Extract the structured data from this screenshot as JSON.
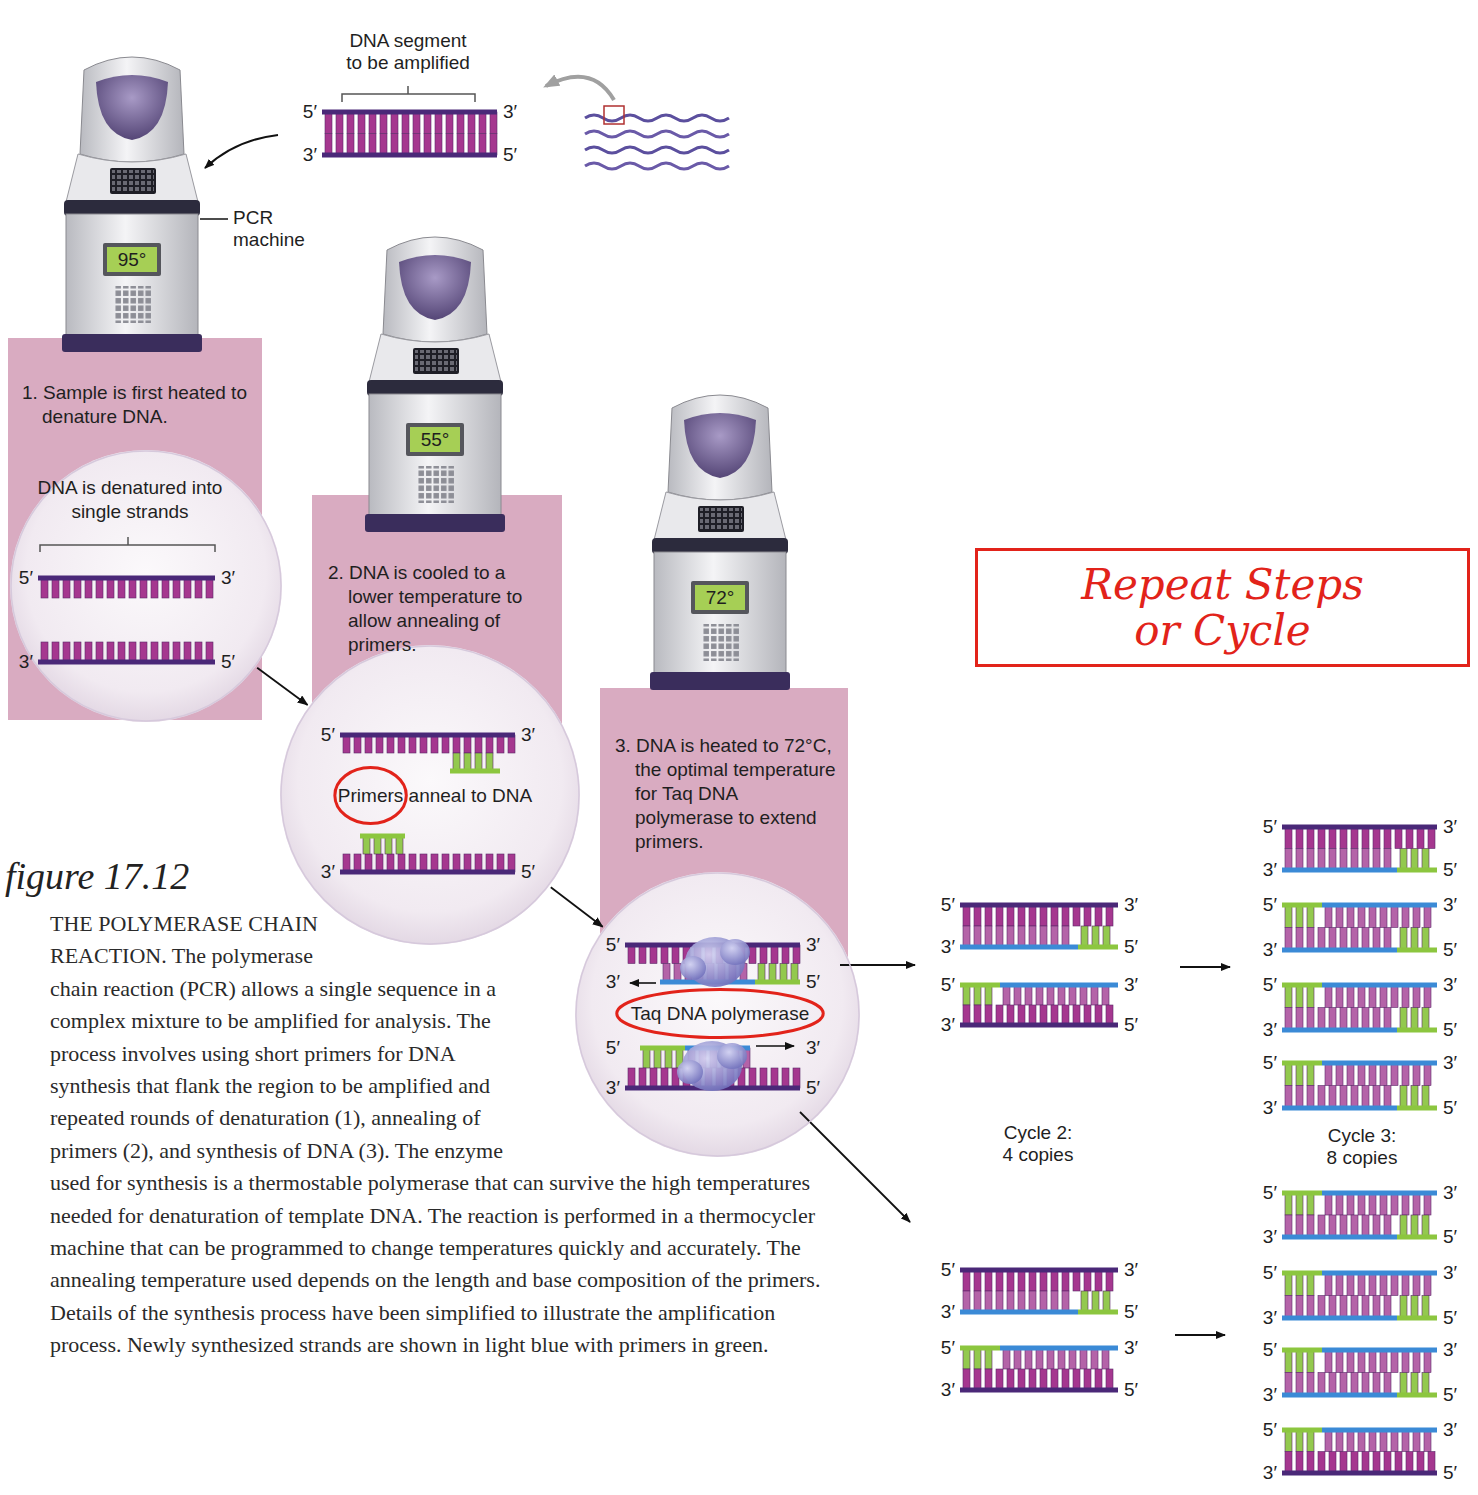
{
  "diagram": {
    "title": "figure 17.12",
    "caption": "THE POLYMERASE CHAIN REACTION. The polymerase chain reaction (PCR) allows a single sequence in a complex mixture to be amplified for analysis. The process involves using short primers for DNA synthesis that flank the region to be amplified and repeated rounds of denaturation (1), annealing of primers (2), and synthesis of DNA (3). The enzyme used for synthesis is a thermostable polymerase that can survive the high temperatures needed for denaturation of template DNA. The reaction is performed in a thermocycler machine that can be programmed to change temperatures quickly and accurately. The annealing temperature used depends on the length and base composition of the primers. Details of the synthesis process have been simplified to illustrate the amplification process. Newly synthesized strands are shown in light blue with primers in green.",
    "nodes": [
      {
        "text": [
          "1. Sample is first heated to denature DNA."
        ]
      },
      {
        "text": [
          "DNA is denatured into single strands"
        ],
        "in": 0
      },
      {
        "text": [
          "2. DNA is cooled to a lower temperature to allow annealing of primers."
        ]
      },
      {
        "text": [
          "Primers anneal to DNA"
        ],
        "in": 2
      },
      {
        "text": [
          "3. DNA is heated to 72°C, the optimal temperature for Taq DNA polymerase to extend primers."
        ]
      },
      {
        "text": [
          "Taq DNA polymerase"
        ],
        "in": 4
      },
      {
        "text": [
          "Repeat Steps or Cycle"
        ]
      }
    ],
    "edges": [
      {
        "from": 1,
        "to": 3,
        "arrow": "to"
      },
      {
        "from": 3,
        "to": 5,
        "arrow": "to"
      }
    ],
    "labels": [
      "DNA segment to be amplified",
      "PCR machine",
      "95°",
      "55°",
      "72°",
      "Cycle 2: 4 copies",
      "Cycle 3: 8 copies",
      "5′",
      "3′",
      "3′",
      "5′",
      "5′",
      "3′",
      "3′",
      "5′",
      "5′",
      "3′",
      "3′",
      "5′",
      "5′",
      "3′",
      "3′",
      "5′",
      "5′",
      "3′",
      "3′",
      "5′",
      "5′",
      "3′",
      "3′",
      "5′",
      "5′",
      "3′",
      "3′",
      "5′",
      "5′",
      "3′",
      "3′",
      "5′",
      "5′",
      "3′",
      "3′",
      "5′",
      "5′",
      "3′",
      "3′",
      "5′",
      "5′",
      "3′",
      "3′",
      "5′",
      "5′",
      "3′",
      "3′",
      "5′",
      "5′",
      "3′",
      "3′",
      "5′",
      "5′",
      "3′",
      "3′",
      "5′",
      "5′",
      "3′",
      "3′",
      "5′",
      "5′",
      "3′",
      "3′",
      "5′",
      "5′",
      "3′",
      "3′",
      "5′"
    ]
  }
}
